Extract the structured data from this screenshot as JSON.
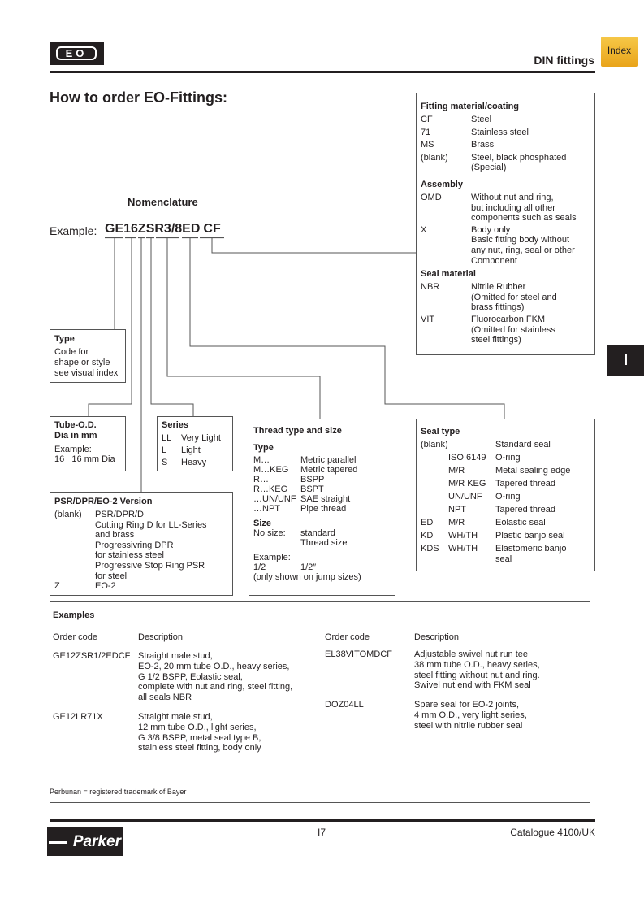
{
  "header": {
    "logo_text": "EO",
    "section": "DIN fittings",
    "index_tab": "Index",
    "side_tab": "I"
  },
  "title": "How to order EO-Fittings:",
  "nomenclature": {
    "heading": "Nomenclature",
    "example_label": "Example:",
    "code_parts": [
      "GE",
      "16",
      "Z",
      "S",
      "R3/8",
      "ED",
      "CF"
    ]
  },
  "fitting_box": {
    "material_title": "Fitting material/coating",
    "material": [
      {
        "k": "CF",
        "v": "Steel"
      },
      {
        "k": "71",
        "v": "Stainless steel"
      },
      {
        "k": "MS",
        "v": "Brass"
      },
      {
        "k": "(blank)",
        "v": "Steel, black phosphated\n(Special)"
      }
    ],
    "assembly_title": "Assembly",
    "assembly": [
      {
        "k": "OMD",
        "v": "Without nut and ring,\nbut including all other\ncomponents such as seals"
      },
      {
        "k": "X",
        "v": "Body only\nBasic fitting body without\nany nut, ring, seal or other\nComponent"
      }
    ],
    "seal_title": "Seal material",
    "seal": [
      {
        "k": "NBR",
        "v": "Nitrile Rubber\n(Omitted for steel and\nbrass fittings)"
      },
      {
        "k": "VIT",
        "v": "Fluorocarbon FKM\n(Omitted for stainless\nsteel fittings)"
      }
    ]
  },
  "type_box": {
    "title": "Type",
    "text": "Code for\nshape or style\nsee visual index"
  },
  "tube_box": {
    "title": "Tube-O.D.\nDia in mm",
    "example_label": "Example:",
    "example": "16   16 mm Dia"
  },
  "series_box": {
    "title": "Series",
    "rows": [
      {
        "k": "LL",
        "v": "Very Light"
      },
      {
        "k": "L",
        "v": "Light"
      },
      {
        "k": "S",
        "v": "Heavy"
      }
    ]
  },
  "psr_box": {
    "title": "PSR/DPR/EO-2 Version",
    "rows": [
      {
        "k": "(blank)",
        "v": "PSR/DPR/D\nCutting Ring D for LL-Series\nand brass\nProgressivring DPR\nfor stainless steel\nProgressive Stop Ring PSR\nfor steel"
      },
      {
        "k": "Z",
        "v": "EO-2"
      }
    ]
  },
  "thread_box": {
    "title": "Thread type and size",
    "type_title": "Type",
    "types": [
      {
        "k": "M…",
        "v": "Metric parallel"
      },
      {
        "k": "M…KEG",
        "v": "Metric tapered"
      },
      {
        "k": "R…",
        "v": "BSPP"
      },
      {
        "k": "R…KEG",
        "v": "BSPT"
      },
      {
        "k": "…UN/UNF",
        "v": "SAE straight"
      },
      {
        "k": "…NPT",
        "v": "Pipe thread"
      }
    ],
    "size_title": "Size",
    "size_k": "No size:",
    "size_v": "standard\nThread size",
    "example_label": "Example:",
    "example_k": "1/2",
    "example_v": "1/2″",
    "note": "(only shown on jump sizes)"
  },
  "seal_box": {
    "title": "Seal type",
    "rows": [
      {
        "a": "(blank)",
        "b": "",
        "c": "Standard seal"
      },
      {
        "a": "",
        "b": "ISO 6149",
        "c": "O-ring"
      },
      {
        "a": "",
        "b": "M/R",
        "c": "Metal sealing edge"
      },
      {
        "a": "",
        "b": "M/R KEG",
        "c": "Tapered thread"
      },
      {
        "a": "",
        "b": "UN/UNF",
        "c": "O-ring"
      },
      {
        "a": "",
        "b": "NPT",
        "c": "Tapered thread"
      },
      {
        "a": "ED",
        "b": "M/R",
        "c": "Eolastic seal"
      },
      {
        "a": "KD",
        "b": "WH/TH",
        "c": "Plastic banjo seal"
      },
      {
        "a": "KDS",
        "b": "WH/TH",
        "c": "Elastomeric banjo\nseal"
      }
    ]
  },
  "examples": {
    "title": "Examples",
    "col_code": "Order code",
    "col_desc": "Description",
    "left": [
      {
        "code": "GE12ZSR1/2EDCF",
        "desc": "Straight male stud,\nEO-2, 20 mm tube O.D., heavy series,\nG 1/2 BSPP, Eolastic seal,\ncomplete with nut and ring, steel fitting,\nall seals NBR"
      },
      {
        "code": "GE12LR71X",
        "desc": "Straight male stud,\n12 mm tube O.D., light series,\nG 3/8 BSPP, metal seal type B,\nstainless steel fitting, body only"
      }
    ],
    "right": [
      {
        "code": "EL38VITOMDCF",
        "desc": "Adjustable swivel nut run tee\n38 mm tube O.D., heavy series,\nsteel fitting without nut and ring.\nSwivel nut end with FKM seal"
      },
      {
        "code": "DOZ04LL",
        "desc": "Spare seal for EO-2 joints,\n4 mm O.D., very light series,\nsteel with nitrile rubber seal"
      }
    ],
    "footnote": "Perbunan  = registered trademark of Bayer"
  },
  "footer": {
    "page": "I7",
    "catalogue": "Catalogue 4100/UK",
    "logo_text": "Parker"
  },
  "colors": {
    "index_tab": "#f0b323",
    "rule": "#231f20"
  }
}
